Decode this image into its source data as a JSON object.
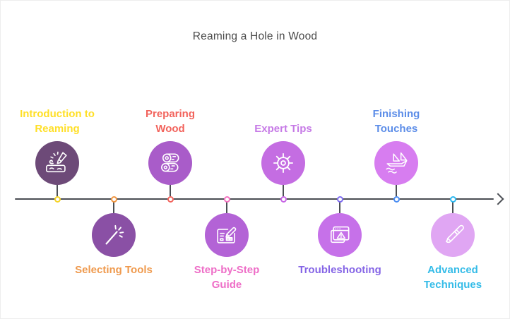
{
  "title": "Reaming a Hole in Wood",
  "colors": {
    "background": "#ffffff",
    "title_text": "#4a4a4a",
    "axis": "#4b4e54",
    "icon_stroke": "#ffffff"
  },
  "timeline": {
    "direction": "left-to-right",
    "items": [
      {
        "label": "Introduction to Reaming",
        "lines": [
          "Introduction to",
          "Reaming"
        ],
        "side": "top",
        "label_color": "#FFDF26",
        "circle_color": "#6D4A78",
        "dot_color": "#F5D327",
        "icon": "wood-carving-icon"
      },
      {
        "label": "Selecting Tools",
        "lines": [
          "Selecting Tools"
        ],
        "side": "bottom",
        "label_color": "#EF9A4E",
        "circle_color": "#8A50A5",
        "dot_color": "#F0953F",
        "icon": "magic-wand-icon"
      },
      {
        "label": "Preparing Wood",
        "lines": [
          "Preparing",
          "Wood"
        ],
        "side": "top",
        "label_color": "#F2635C",
        "circle_color": "#A95CC9",
        "dot_color": "#F2635C",
        "icon": "wood-logs-icon"
      },
      {
        "label": "Step-by-Step Guide",
        "lines": [
          "Step-by-Step",
          "Guide"
        ],
        "side": "bottom",
        "label_color": "#EE6EC7",
        "circle_color": "#B363D6",
        "dot_color": "#F473C1",
        "icon": "clipboard-pencil-icon"
      },
      {
        "label": "Expert Tips",
        "lines": [
          "Expert Tips"
        ],
        "side": "top",
        "label_color": "#C67AE6",
        "circle_color": "#C46DE2",
        "dot_color": "#C765E5",
        "icon": "ship-wheel-icon"
      },
      {
        "label": "Troubleshooting",
        "lines": [
          "Troubleshooting"
        ],
        "side": "bottom",
        "label_color": "#8565E6",
        "circle_color": "#C671E9",
        "dot_color": "#7D6BF0",
        "icon": "browser-warning-icon"
      },
      {
        "label": "Finishing Touches",
        "lines": [
          "Finishing",
          "Touches"
        ],
        "side": "top",
        "label_color": "#5C8DE8",
        "circle_color": "#D77DF0",
        "dot_color": "#4B8DF2",
        "icon": "sailboat-icon"
      },
      {
        "label": "Advanced Techniques",
        "lines": [
          "Advanced",
          "Techniques"
        ],
        "side": "bottom",
        "label_color": "#35BCE8",
        "circle_color": "#E0A6F3",
        "dot_color": "#2CB8F0",
        "icon": "chisel-icon"
      }
    ]
  }
}
